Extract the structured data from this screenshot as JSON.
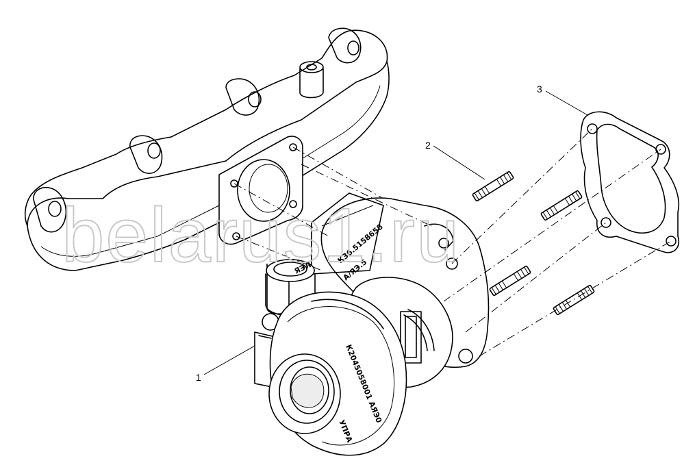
{
  "watermark": "belarus1.ru",
  "callouts": [
    {
      "id": "1",
      "label": "1"
    },
    {
      "id": "2",
      "label": "2"
    },
    {
      "id": "3",
      "label": "3"
    }
  ],
  "stamps": {
    "turbo_upper": "К36.5158658",
    "turbo_upper_sub": "А/ЯЭ.5",
    "turbo_lower": "К2045058001 АЯЭ0",
    "turbo_lower_prefix": "УПРА",
    "inlet_mark": "ЯЭЛ"
  }
}
